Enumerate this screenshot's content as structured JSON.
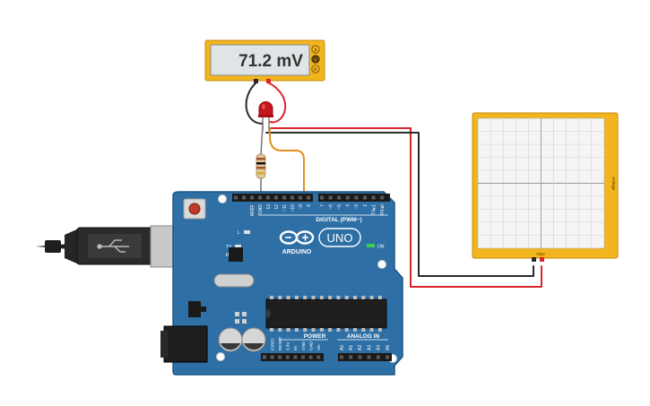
{
  "multimeter": {
    "reading": "71.2 mV",
    "modes": [
      "A",
      "V",
      "R"
    ],
    "active_mode": "V"
  },
  "oscilloscope": {
    "x_label": "Time",
    "y_label": "Voltage"
  },
  "arduino": {
    "brand": "ARDUINO",
    "model": "UNO",
    "digital_header": "DIGITAL (PWM~)",
    "power_header": "POWER",
    "analog_header": "ANALOG IN",
    "led_on_label": "ON",
    "led_l": "L",
    "led_tx": "TX",
    "led_rx": "RX",
    "digital_pins": [
      "AREF",
      "GND",
      "13",
      "12",
      "~11",
      "~10",
      "~9",
      "8",
      "7",
      "~6",
      "~5",
      "4",
      "~3",
      "2",
      "TX▸1",
      "RX◂0"
    ],
    "power_pins": [
      "IOREF",
      "RESET",
      "3.3V",
      "5V",
      "GND",
      "GND",
      "Vin"
    ],
    "analog_pins": [
      "A0",
      "A1",
      "A2",
      "A3",
      "A4",
      "A5"
    ]
  },
  "colors": {
    "board": "#2e6fa6",
    "board_dark": "#1f5684",
    "wire_red": "#d8242a",
    "wire_black": "#2a2a2a",
    "wire_orange": "#e8901d",
    "frame_yellow": "#f2b51e",
    "screen_lcd": "#dfe5e6",
    "led_red": "#c4161c"
  }
}
